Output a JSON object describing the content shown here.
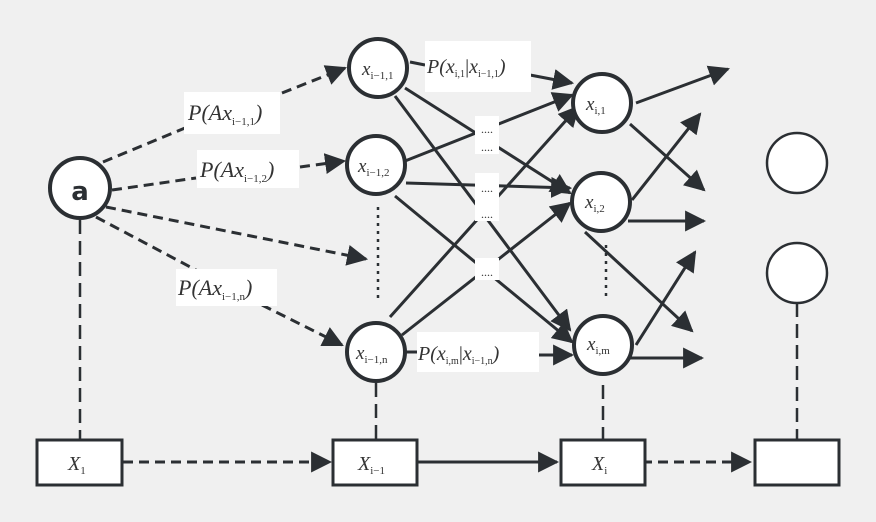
{
  "colors": {
    "background": "#f0f0f0",
    "stroke": "#2b2f33",
    "node_fill": "#ffffff",
    "text": "#333333"
  },
  "start_node": {
    "label": "a"
  },
  "layer_prev": {
    "nodes": [
      {
        "var": "x",
        "sub": "i−1,1"
      },
      {
        "var": "x",
        "sub": "i−1,2"
      },
      {
        "var": "x",
        "sub": "i−1,n"
      }
    ]
  },
  "layer_curr": {
    "nodes": [
      {
        "var": "x",
        "sub": "i,1"
      },
      {
        "var": "x",
        "sub": "i,2"
      },
      {
        "var": "x",
        "sub": "i,m"
      }
    ]
  },
  "edge_labels": {
    "p_a_1": {
      "pre": "P(",
      "var": "Ax",
      "sub": "i−1,1",
      "post": ")"
    },
    "p_a_2": {
      "pre": "P(",
      "var": "Ax",
      "sub": "i−1,2",
      "post": ")"
    },
    "p_a_n": {
      "pre": "P(",
      "var": "Ax",
      "sub": "i−1,n",
      "post": ")"
    },
    "p_trans_1": {
      "pre": "P(",
      "var1": "x",
      "sub1": "i,1",
      "bar": "|",
      "var2": "x",
      "sub2": "i−1,1",
      "post": ")"
    },
    "p_trans_m": {
      "pre": "P(",
      "var1": "x",
      "sub1": "i,m",
      "bar": "|",
      "var2": "x",
      "sub2": "i−1,n",
      "post": ")"
    }
  },
  "ellipsis": "....",
  "observations": [
    {
      "var": "X",
      "sub": "1"
    },
    {
      "var": "X",
      "sub": "i−1"
    },
    {
      "var": "X",
      "sub": "i"
    },
    {
      "var": "",
      "sub": ""
    }
  ]
}
